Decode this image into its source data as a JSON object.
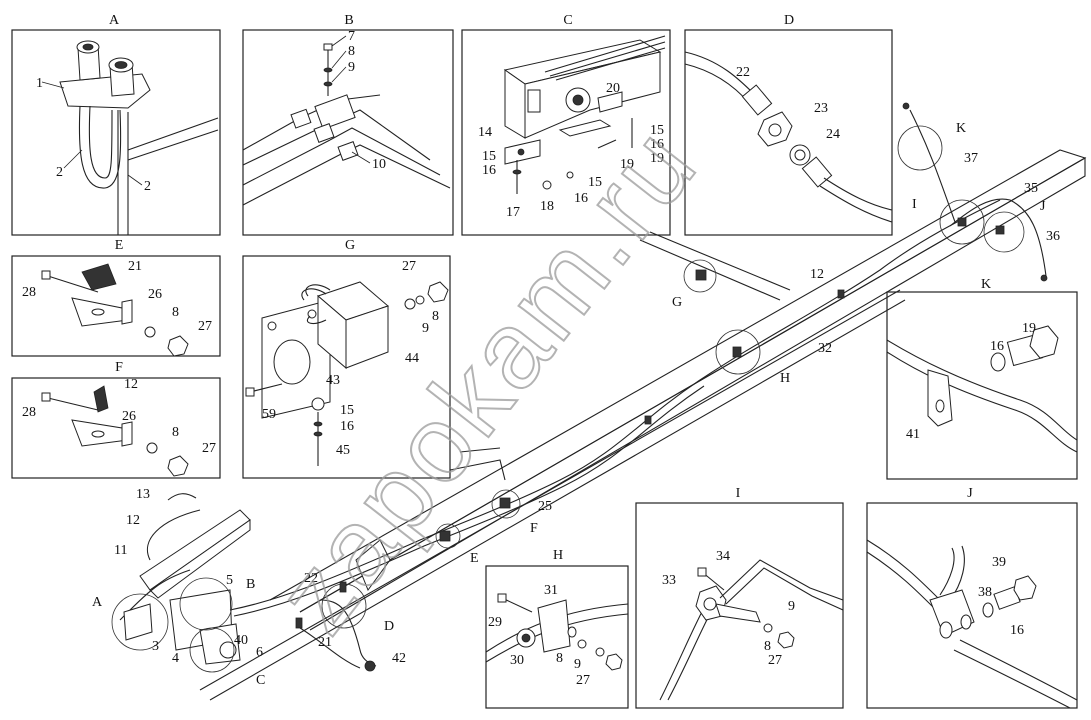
{
  "watermark": "zapokam.ru",
  "panels": [
    {
      "id": "A",
      "title": "A"
    },
    {
      "id": "B",
      "title": "B"
    },
    {
      "id": "C",
      "title": "C"
    },
    {
      "id": "D",
      "title": "D"
    },
    {
      "id": "E",
      "title": "E"
    },
    {
      "id": "F",
      "title": "F"
    },
    {
      "id": "G",
      "title": "G"
    },
    {
      "id": "K",
      "title": "K"
    },
    {
      "id": "H",
      "title": "H"
    },
    {
      "id": "I",
      "title": "I"
    },
    {
      "id": "J",
      "title": "J"
    }
  ],
  "callouts": {
    "a1": "1",
    "a2": "2",
    "a3": "2",
    "b1": "7",
    "b2": "8",
    "b3": "9",
    "b4": "10",
    "c1": "20",
    "c2": "14",
    "c3": "15",
    "c4": "16",
    "c5": "17",
    "c6": "18",
    "c7": "16",
    "c8": "15",
    "c9": "19",
    "c10": "15",
    "c11": "16",
    "c12": "19",
    "d1": "22",
    "d2": "23",
    "d3": "24",
    "e1": "21",
    "e2": "28",
    "e3": "26",
    "e4": "8",
    "e5": "27",
    "f1": "12",
    "f2": "28",
    "f3": "26",
    "f4": "8",
    "f5": "27",
    "g1": "27",
    "g2": "8",
    "g3": "9",
    "g4": "44",
    "g5": "43",
    "g6": "59",
    "g7": "15",
    "g8": "16",
    "g9": "45",
    "k1": "19",
    "k2": "16",
    "k3": "41",
    "h1": "31",
    "h2": "29",
    "h3": "30",
    "h4": "8",
    "h5": "9",
    "h6": "27",
    "i1": "34",
    "i2": "33",
    "i3": "9",
    "i4": "8",
    "i5": "27",
    "j1": "39",
    "j2": "38",
    "j3": "16"
  },
  "main_labels": {
    "m13": "13",
    "m12a": "12",
    "m11": "11",
    "mA": "A",
    "m3": "3",
    "m5": "5",
    "mB": "B",
    "m4": "4",
    "m40": "40",
    "m6": "6",
    "mC": "C",
    "m22": "22",
    "m21": "21",
    "mD": "D",
    "m42": "42",
    "mE": "E",
    "m25": "25",
    "mF": "F",
    "mG": "G",
    "mH": "H",
    "m32": "32",
    "m12b": "12",
    "mK": "K",
    "m37": "37",
    "mI": "I",
    "m35": "35",
    "mJ": "J",
    "m36": "36"
  }
}
